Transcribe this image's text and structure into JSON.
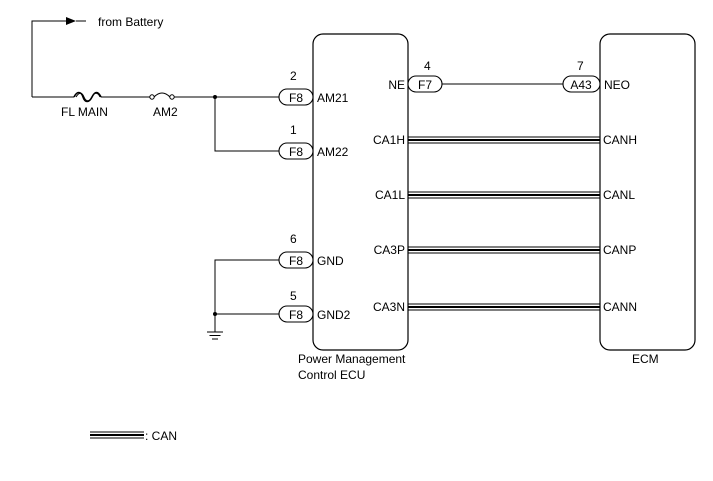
{
  "battery": {
    "label": "from Battery"
  },
  "fuses": {
    "fl_main": "FL MAIN",
    "am2": "AM2"
  },
  "pm_ecu": {
    "name_line1": "Power Management",
    "name_line2": "Control ECU",
    "pins": {
      "am21": {
        "pin": "2",
        "connector": "F8",
        "label": "AM21"
      },
      "am22": {
        "pin": "1",
        "connector": "F8",
        "label": "AM22"
      },
      "gnd": {
        "pin": "6",
        "connector": "F8",
        "label": "GND"
      },
      "gnd2": {
        "pin": "5",
        "connector": "F8",
        "label": "GND2"
      },
      "ne": {
        "pin": "4",
        "connector": "F7",
        "label": "NE"
      },
      "ca1h": {
        "label": "CA1H"
      },
      "ca1l": {
        "label": "CA1L"
      },
      "ca3p": {
        "label": "CA3P"
      },
      "ca3n": {
        "label": "CA3N"
      }
    }
  },
  "ecm": {
    "name": "ECM",
    "pins": {
      "neo": {
        "pin": "7",
        "connector": "A43",
        "label": "NEO"
      },
      "canh": {
        "label": "CANH"
      },
      "canl": {
        "label": "CANL"
      },
      "canp": {
        "label": "CANP"
      },
      "cann": {
        "label": "CANN"
      }
    }
  },
  "legend": {
    "can_label": ": CAN"
  }
}
